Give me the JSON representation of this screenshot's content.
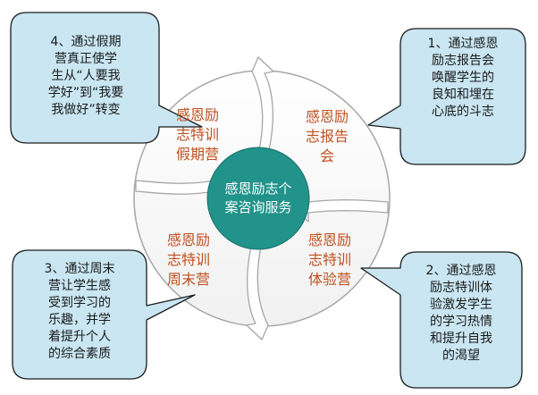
{
  "center": {
    "label": "感恩励志个\n案咨询服务"
  },
  "segments": {
    "top_left": "感恩励\n志特训\n假期营",
    "top_right": "感恩励\n志报告\n会",
    "bottom_left": "感恩励\n志特训\n周末营",
    "bottom_right": "感恩励\n志特训\n体验营"
  },
  "callouts": {
    "top_left": "4、通过假期\n营真正使学\n生从“人要我\n学好”到“我要\n我做好”转变",
    "top_right": "1、通过感恩\n励志报告会\n唤醒学生的\n良知和埋在\n心底的斗志",
    "bottom_left": "3、通过周末\n营让学生感\n受到学习的\n乐趣，并学\n着提升个人\n的综合素质",
    "bottom_right": "2、通过感恩\n励志特训体\n验激发学生\n的学习热情\n和提升自我\n的渴望"
  },
  "colors": {
    "callout_fill": "#c9e6f2",
    "callout_stroke": "#1c1c1c",
    "center_fill": "#21938b",
    "segment_text": "#c0511e",
    "ring_stroke": "#a6a6a6"
  }
}
